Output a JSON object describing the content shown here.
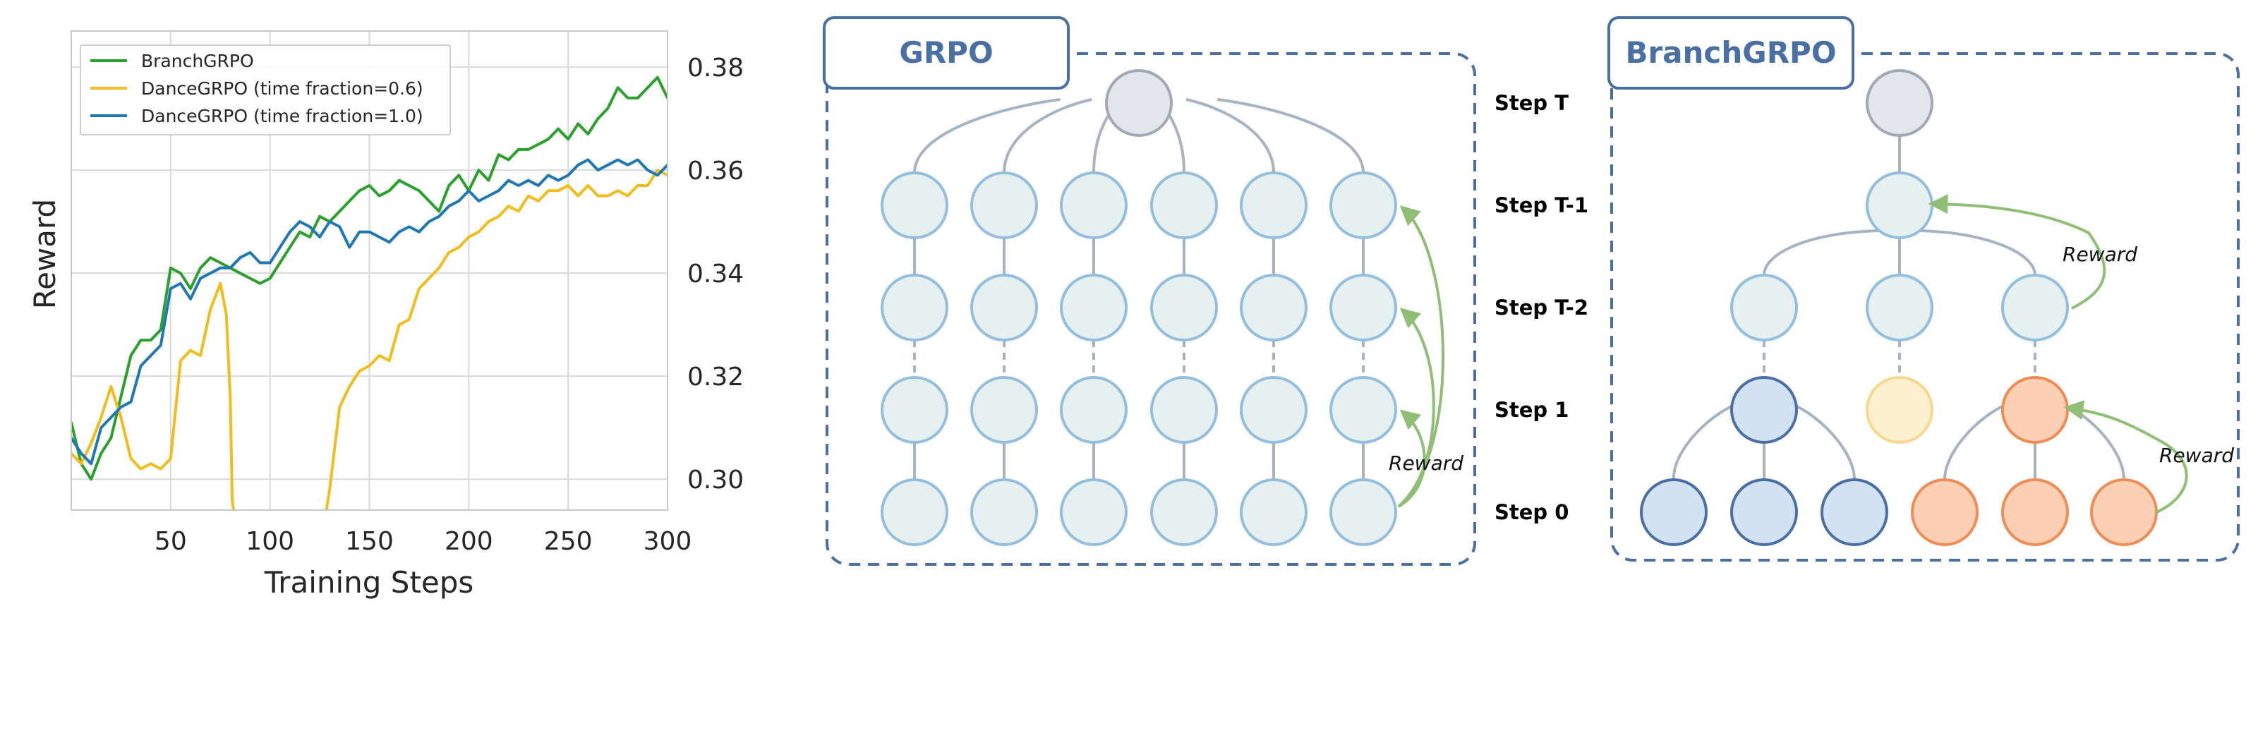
{
  "chart_data": {
    "type": "line",
    "xlabel": "Training Steps",
    "ylabel": "Reward",
    "xlim": [
      0,
      300
    ],
    "ylim": [
      0.294,
      0.387
    ],
    "x_ticks": [
      50,
      100,
      150,
      200,
      250,
      300
    ],
    "y_ticks": [
      0.3,
      0.32,
      0.34,
      0.36,
      0.38
    ],
    "y_tick_labels": [
      "0.30",
      "0.32",
      "0.34",
      "0.36",
      "0.38"
    ],
    "yaxis_side": "right",
    "grid": true,
    "legend_position": "top-left",
    "series": [
      {
        "name": "BranchGRPO",
        "color": "#2ca02c",
        "points": [
          [
            0,
            0.311
          ],
          [
            5,
            0.303
          ],
          [
            10,
            0.3
          ],
          [
            15,
            0.305
          ],
          [
            20,
            0.308
          ],
          [
            25,
            0.316
          ],
          [
            30,
            0.324
          ],
          [
            35,
            0.327
          ],
          [
            40,
            0.327
          ],
          [
            45,
            0.329
          ],
          [
            50,
            0.341
          ],
          [
            55,
            0.34
          ],
          [
            60,
            0.337
          ],
          [
            65,
            0.341
          ],
          [
            70,
            0.343
          ],
          [
            75,
            0.342
          ],
          [
            80,
            0.341
          ],
          [
            85,
            0.34
          ],
          [
            90,
            0.339
          ],
          [
            95,
            0.338
          ],
          [
            100,
            0.339
          ],
          [
            105,
            0.342
          ],
          [
            110,
            0.345
          ],
          [
            115,
            0.348
          ],
          [
            120,
            0.347
          ],
          [
            125,
            0.351
          ],
          [
            130,
            0.35
          ],
          [
            135,
            0.352
          ],
          [
            140,
            0.354
          ],
          [
            145,
            0.356
          ],
          [
            150,
            0.357
          ],
          [
            155,
            0.355
          ],
          [
            160,
            0.356
          ],
          [
            165,
            0.358
          ],
          [
            170,
            0.357
          ],
          [
            175,
            0.356
          ],
          [
            180,
            0.354
          ],
          [
            185,
            0.352
          ],
          [
            190,
            0.357
          ],
          [
            195,
            0.359
          ],
          [
            200,
            0.356
          ],
          [
            205,
            0.36
          ],
          [
            210,
            0.358
          ],
          [
            215,
            0.363
          ],
          [
            220,
            0.362
          ],
          [
            225,
            0.364
          ],
          [
            230,
            0.364
          ],
          [
            235,
            0.365
          ],
          [
            240,
            0.366
          ],
          [
            245,
            0.368
          ],
          [
            250,
            0.366
          ],
          [
            255,
            0.369
          ],
          [
            260,
            0.367
          ],
          [
            265,
            0.37
          ],
          [
            270,
            0.372
          ],
          [
            275,
            0.376
          ],
          [
            280,
            0.374
          ],
          [
            285,
            0.374
          ],
          [
            290,
            0.376
          ],
          [
            295,
            0.378
          ],
          [
            300,
            0.374
          ]
        ]
      },
      {
        "name": "DanceGRPO (time fraction=0.6)",
        "color": "#f2bd1c",
        "segments": [
          [
            [
              0,
              0.305
            ],
            [
              5,
              0.303
            ],
            [
              10,
              0.307
            ],
            [
              15,
              0.312
            ],
            [
              20,
              0.318
            ],
            [
              25,
              0.312
            ],
            [
              30,
              0.304
            ],
            [
              35,
              0.302
            ],
            [
              40,
              0.303
            ],
            [
              45,
              0.302
            ],
            [
              50,
              0.304
            ],
            [
              55,
              0.323
            ],
            [
              60,
              0.325
            ],
            [
              65,
              0.324
            ],
            [
              70,
              0.333
            ],
            [
              75,
              0.338
            ],
            [
              78,
              0.332
            ],
            [
              80,
              0.316
            ],
            [
              81,
              0.296
            ],
            [
              82,
              0.293
            ]
          ],
          [
            [
              128,
              0.293
            ],
            [
              130,
              0.298
            ],
            [
              135,
              0.314
            ],
            [
              140,
              0.318
            ],
            [
              145,
              0.321
            ],
            [
              150,
              0.322
            ],
            [
              155,
              0.324
            ],
            [
              160,
              0.323
            ],
            [
              165,
              0.33
            ],
            [
              170,
              0.331
            ],
            [
              175,
              0.337
            ],
            [
              180,
              0.339
            ],
            [
              185,
              0.341
            ],
            [
              190,
              0.344
            ],
            [
              195,
              0.345
            ],
            [
              200,
              0.347
            ],
            [
              205,
              0.348
            ],
            [
              210,
              0.35
            ],
            [
              215,
              0.351
            ],
            [
              220,
              0.353
            ],
            [
              225,
              0.352
            ],
            [
              230,
              0.355
            ],
            [
              235,
              0.354
            ],
            [
              240,
              0.356
            ],
            [
              245,
              0.356
            ],
            [
              250,
              0.357
            ],
            [
              255,
              0.355
            ],
            [
              260,
              0.357
            ],
            [
              265,
              0.355
            ],
            [
              270,
              0.355
            ],
            [
              275,
              0.356
            ],
            [
              280,
              0.355
            ],
            [
              285,
              0.357
            ],
            [
              290,
              0.357
            ],
            [
              295,
              0.36
            ],
            [
              300,
              0.359
            ]
          ]
        ]
      },
      {
        "name": "DanceGRPO (time fraction=1.0)",
        "color": "#1f77b4",
        "points": [
          [
            0,
            0.308
          ],
          [
            5,
            0.305
          ],
          [
            10,
            0.303
          ],
          [
            15,
            0.31
          ],
          [
            20,
            0.312
          ],
          [
            25,
            0.314
          ],
          [
            30,
            0.315
          ],
          [
            35,
            0.322
          ],
          [
            40,
            0.324
          ],
          [
            45,
            0.326
          ],
          [
            50,
            0.337
          ],
          [
            55,
            0.338
          ],
          [
            60,
            0.335
          ],
          [
            65,
            0.339
          ],
          [
            70,
            0.34
          ],
          [
            75,
            0.341
          ],
          [
            80,
            0.341
          ],
          [
            85,
            0.343
          ],
          [
            90,
            0.344
          ],
          [
            95,
            0.342
          ],
          [
            100,
            0.342
          ],
          [
            105,
            0.345
          ],
          [
            110,
            0.348
          ],
          [
            115,
            0.35
          ],
          [
            120,
            0.349
          ],
          [
            125,
            0.347
          ],
          [
            130,
            0.35
          ],
          [
            135,
            0.349
          ],
          [
            140,
            0.345
          ],
          [
            145,
            0.348
          ],
          [
            150,
            0.348
          ],
          [
            155,
            0.347
          ],
          [
            160,
            0.346
          ],
          [
            165,
            0.348
          ],
          [
            170,
            0.349
          ],
          [
            175,
            0.348
          ],
          [
            180,
            0.35
          ],
          [
            185,
            0.351
          ],
          [
            190,
            0.353
          ],
          [
            195,
            0.354
          ],
          [
            200,
            0.356
          ],
          [
            205,
            0.354
          ],
          [
            210,
            0.355
          ],
          [
            215,
            0.356
          ],
          [
            220,
            0.358
          ],
          [
            225,
            0.357
          ],
          [
            230,
            0.358
          ],
          [
            235,
            0.357
          ],
          [
            240,
            0.359
          ],
          [
            245,
            0.358
          ],
          [
            250,
            0.359
          ],
          [
            255,
            0.361
          ],
          [
            260,
            0.362
          ],
          [
            265,
            0.36
          ],
          [
            270,
            0.361
          ],
          [
            275,
            0.362
          ],
          [
            280,
            0.361
          ],
          [
            285,
            0.362
          ],
          [
            290,
            0.36
          ],
          [
            295,
            0.359
          ],
          [
            300,
            0.361
          ]
        ]
      }
    ]
  },
  "grpo": {
    "title": "GRPO",
    "reward_label": "Reward"
  },
  "branchgrpo": {
    "title": "BranchGRPO",
    "reward_upper": "Reward",
    "reward_lower": "Reward"
  },
  "steps": {
    "t": "Step T",
    "t1": "Step T-1",
    "t2": "Step T-2",
    "s1": "Step 1",
    "s0": "Step 0"
  },
  "colors": {
    "frame": "#4a6fa5",
    "node_fill": "#e6f0f0",
    "node_stroke": "#94bedd",
    "root_fill": "#e3e6ea",
    "root_stroke": "#a0a9b5",
    "edge": "#a7b3c2",
    "reward_arrow": "#8fbe74",
    "blue_fill": "#d3e2f2",
    "blue_stroke": "#4a6fa5",
    "yellow_fill": "#fdf0cf",
    "yellow_stroke": "#f7d88e",
    "orange_fill": "#fcd0b4",
    "orange_stroke": "#f08c55"
  }
}
